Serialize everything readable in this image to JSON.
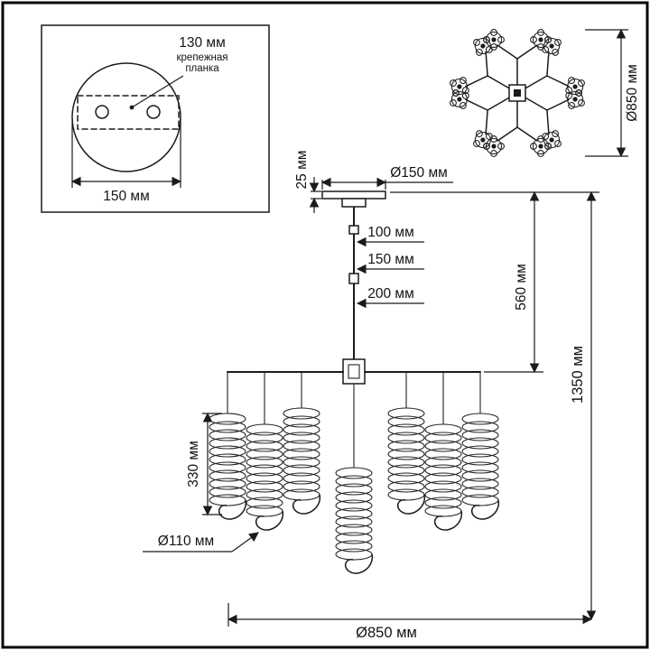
{
  "drawing": {
    "type": "chandelier technical drawing",
    "line_color": "#1b1b1b",
    "background": "#ffffff"
  },
  "mount_detail": {
    "plate_offset": "130 мм",
    "plate_label_1": "крепежная",
    "plate_label_2": "планка",
    "base_width": "150 мм"
  },
  "top_view": {
    "diameter": "Ø850 мм"
  },
  "front_view": {
    "canopy_height": "25 мм",
    "canopy_diameter": "Ø150 мм",
    "rod_segment_1": "100 мм",
    "rod_segment_2": "150 мм",
    "rod_segment_3": "200 мм",
    "upper_section_height": "560 мм",
    "total_height": "1350 мм",
    "shade_height": "330 мм",
    "shade_diameter": "Ø110 мм",
    "total_diameter": "Ø850 мм"
  }
}
